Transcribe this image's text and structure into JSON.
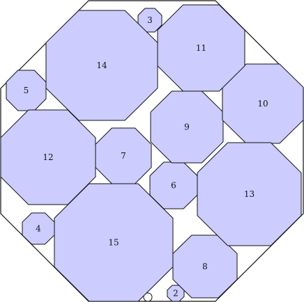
{
  "colors": {
    "fill": "#ccccff",
    "stroke": "#111111",
    "background": "#ffffff"
  },
  "octagons": [
    {
      "label": "2"
    },
    {
      "label": "3"
    },
    {
      "label": "4"
    },
    {
      "label": "5"
    },
    {
      "label": "6"
    },
    {
      "label": "7"
    },
    {
      "label": "8"
    },
    {
      "label": "9"
    },
    {
      "label": "10"
    },
    {
      "label": "11"
    },
    {
      "label": "12"
    },
    {
      "label": "13"
    },
    {
      "label": "14"
    },
    {
      "label": "15"
    }
  ]
}
